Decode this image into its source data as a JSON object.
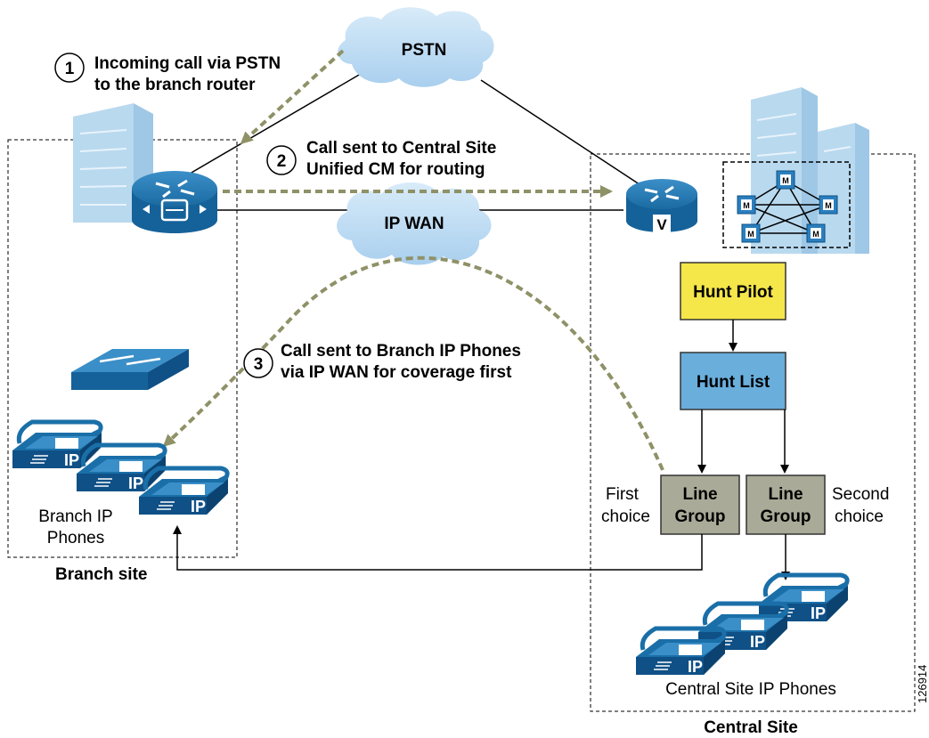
{
  "clouds": {
    "pstn": "PSTN",
    "ipwan": "IP WAN"
  },
  "steps": [
    {
      "num": "1",
      "line1": "Incoming call via PSTN",
      "line2": "to the branch router"
    },
    {
      "num": "2",
      "line1": "Call sent to Central Site",
      "line2": "Unified CM for routing"
    },
    {
      "num": "3",
      "line1": "Call sent to Branch IP Phones",
      "line2": "via IP WAN for coverage first"
    }
  ],
  "boxes": {
    "hunt_pilot": "Hunt Pilot",
    "hunt_list": "Hunt List",
    "line_group_1": {
      "l1": "Line",
      "l2": "Group"
    },
    "line_group_2": {
      "l1": "Line",
      "l2": "Group"
    }
  },
  "labels": {
    "first_choice": {
      "l1": "First",
      "l2": "choice"
    },
    "second_choice": {
      "l1": "Second",
      "l2": "choice"
    },
    "branch_phones": {
      "l1": "Branch IP",
      "l2": "Phones"
    },
    "branch_site": "Branch site",
    "central_phones": "Central Site IP Phones",
    "central_site": "Central Site",
    "figure_id": "126914",
    "ip": "IP",
    "v": "V",
    "m": "M"
  },
  "colors": {
    "hunt_pilot": "#f5e64a",
    "hunt_list": "#6aaedc",
    "line_group": "#a9aa97",
    "device_blue": "#1a6fa8",
    "dashed_arrow": "#8f9167",
    "building": "#b9d9ef"
  }
}
